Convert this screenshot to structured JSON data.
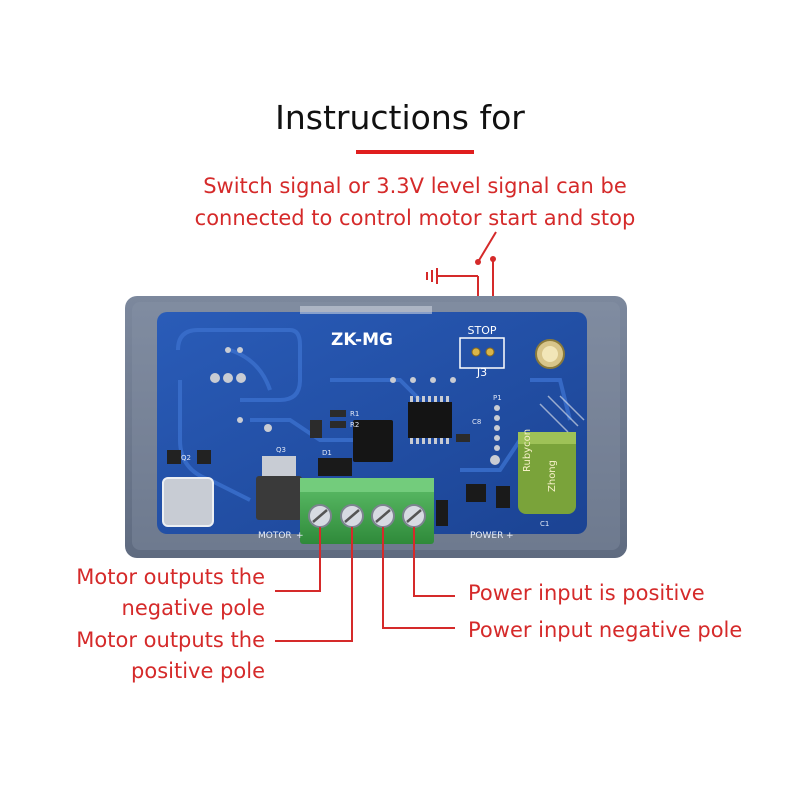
{
  "title": "Instructions for",
  "switch_note": {
    "line1": "Switch signal or 3.3V level signal can be",
    "line2": "connected to control motor start and stop"
  },
  "board": {
    "model": "ZK-MG",
    "stop_label": "STOP",
    "jumper_label": "J3",
    "motor_label": "MOTOR",
    "power_label": "POWER",
    "cap_label_1": "Rubycon",
    "cap_label_2": "Zhong",
    "q2": "Q2",
    "q3": "Q3",
    "d1": "D1",
    "r1": "R1",
    "r2": "R2",
    "c1": "C1",
    "c8": "C8",
    "p1": "P1"
  },
  "labels": {
    "motor_negative_1": "Motor outputs the",
    "motor_negative_2": "negative pole",
    "motor_positive_1": "Motor outputs the",
    "motor_positive_2": "positive pole",
    "power_positive": "Power input is positive",
    "power_negative": "Power input negative pole"
  },
  "colors": {
    "accent_red": "#d52a2a",
    "pcb_blue": "#1f4fa6",
    "case_gray": "#6f7d95",
    "terminal_green": "#3fa34d"
  }
}
